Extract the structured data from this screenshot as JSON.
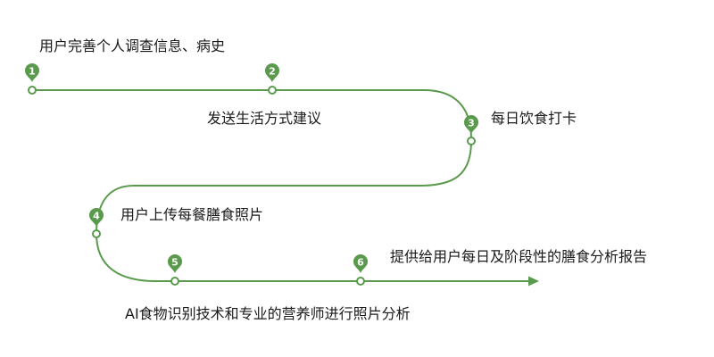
{
  "colors": {
    "accent": "#5a9a4d",
    "accent_dark": "#4b8a3f",
    "text": "#1a1a1a",
    "background": "#ffffff"
  },
  "steps": [
    {
      "number": "1",
      "label": "用户完善个人调查信息、病史"
    },
    {
      "number": "2",
      "label": "发送生活方式建议"
    },
    {
      "number": "3",
      "label": "每日饮食打卡"
    },
    {
      "number": "4",
      "label": "用户上传每餐膳食照片"
    },
    {
      "number": "5",
      "label": "AI食物识别技术和专业的营养师进行照片分析"
    },
    {
      "number": "6",
      "label": "提供给用户每日及阶段性的膳食分析报告"
    }
  ]
}
